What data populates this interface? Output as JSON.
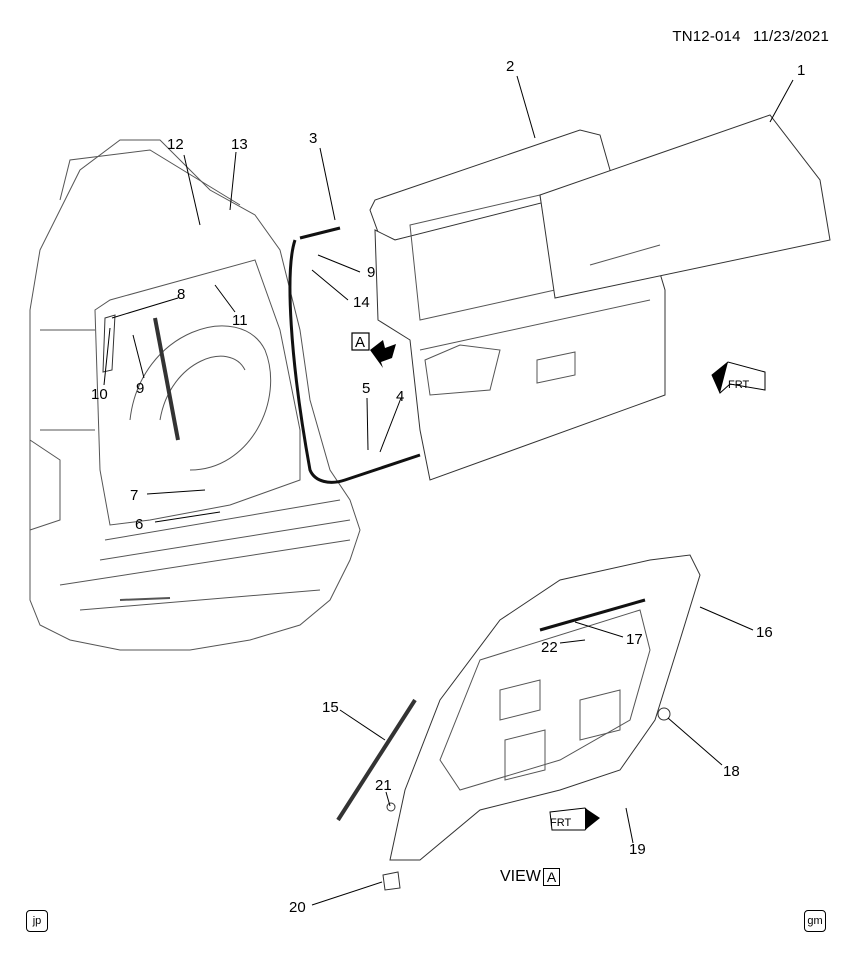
{
  "header": {
    "code": "TN12-014",
    "date": "11/23/2021"
  },
  "callouts": [
    "1",
    "2",
    "3",
    "4",
    "5",
    "6",
    "7",
    "8",
    "9",
    "9",
    "10",
    "11",
    "12",
    "13",
    "14",
    "15",
    "16",
    "17",
    "18",
    "19",
    "20",
    "21",
    "22"
  ],
  "view_label": {
    "prefix": "VIEW",
    "letter": "A"
  },
  "view_marker": "A",
  "frt_arrows": [
    "FRT",
    "FRT"
  ],
  "badges": {
    "left": "jp",
    "right": "gm"
  }
}
